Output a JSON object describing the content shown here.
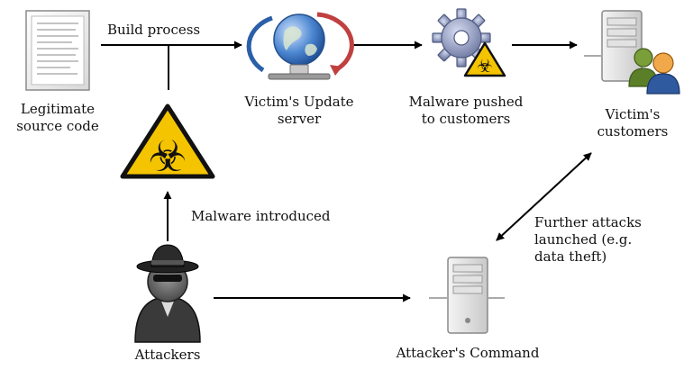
{
  "nodes": {
    "source": {
      "label_1": "Legitimate",
      "label_2": "source code",
      "icon": "document-icon"
    },
    "update_server": {
      "label_1": "Victim's Update",
      "label_2": "server",
      "icon": "globe-update-icon"
    },
    "malware_pushed": {
      "label_1": "Malware pushed",
      "label_2": "to customers",
      "icon": "gear-biohazard-icon"
    },
    "customers": {
      "label_1": "Victim's",
      "label_2": "customers",
      "icon": "server-users-icon"
    },
    "biohazard": {
      "icon": "biohazard-warning-icon"
    },
    "attackers": {
      "label": "Attackers",
      "icon": "hat-man-icon"
    },
    "command": {
      "label": "Attacker's Command",
      "icon": "server-icon"
    }
  },
  "edges": {
    "build": "Build process",
    "introduced": "Malware introduced",
    "further_1": "Further attacks",
    "further_2": "launched (e.g.",
    "further_3": "data theft)"
  },
  "colors": {
    "warning": "#f5c400",
    "arrow": "#000000",
    "globe": "#3f7cc8",
    "gear": "#8a94b8"
  }
}
